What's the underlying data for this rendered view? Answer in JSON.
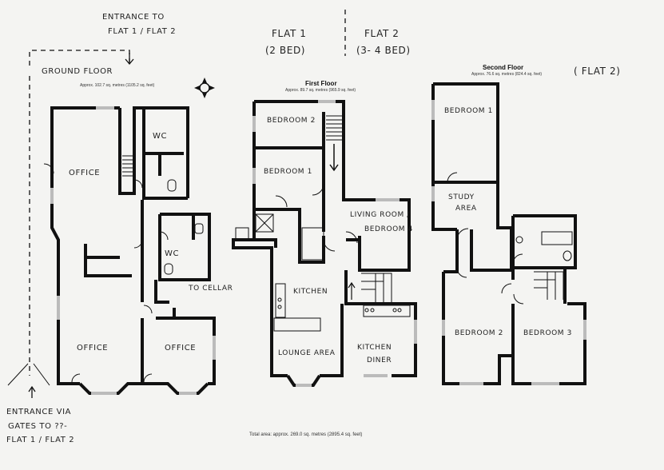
{
  "handwritten": {
    "entrance_top_line1": "ENTRANCE TO",
    "entrance_top_line2": "FLAT 1  / FLAT 2",
    "ground_floor": "GROUND FLOOR",
    "flat1_line1": "FLAT 1",
    "flat1_line2": "(2 BED)",
    "flat2_line1": "FLAT 2",
    "flat2_line2": "(3- 4 BED)",
    "flat2_paren": "( FLAT 2)",
    "entrance_bottom_line1": "ENTRANCE VIA",
    "entrance_bottom_line2": "GATES TO ??-",
    "entrance_bottom_line3": "FLAT 1  / FLAT 2"
  },
  "floors": {
    "ground": {
      "area": "Approx. 102.7 sq. metres (1105.2 sq. feet)"
    },
    "first": {
      "title": "First Floor",
      "area": "Approx. 89.7 sq. metres (965.9 sq. feet)"
    },
    "second": {
      "title": "Second Floor",
      "area": "Approx. 76.6 sq. metres (824.4 sq. feet)"
    }
  },
  "rooms": {
    "ground_office_top": "OFFICE",
    "ground_wc_1": "WC",
    "ground_wc_2": "WC",
    "ground_to_cellar": "TO CELLAR",
    "ground_office_left": "OFFICE",
    "ground_office_right": "OFFICE",
    "first_bedroom_2": "BEDROOM 2",
    "first_bedroom_1": "BEDROOM 1",
    "first_living_line1": "LIVING ROOM /",
    "first_living_line2": "BEDROOM 4",
    "first_kitchen": "KITCHEN",
    "first_lounge": "LOUNGE AREA",
    "first_kitchen_diner_line1": "KITCHEN",
    "first_kitchen_diner_line2": "DINER",
    "second_bedroom_1": "BEDROOM 1",
    "second_study_line1": "STUDY",
    "second_study_line2": "AREA",
    "second_bedroom_2": "BEDROOM 2",
    "second_bedroom_3": "BEDROOM 3"
  },
  "total_area": "Total area: approx. 269.0 sq. metres (2895.4 sq. feet)",
  "icons": [
    "compass-icon",
    "arrow-down-icon",
    "arrow-up-icon",
    "staircase-icon",
    "hob-icon"
  ],
  "colors": {
    "wall": "#111111",
    "window": "#bbbbbb",
    "paper": "#f4f4f2"
  }
}
